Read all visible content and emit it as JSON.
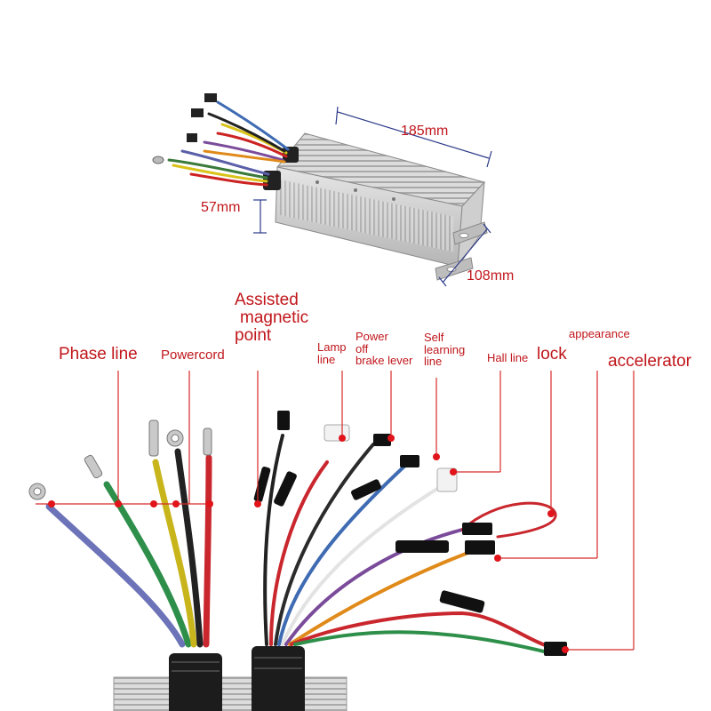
{
  "dimensions": {
    "length": "185mm",
    "height": "57mm",
    "width": "108mm"
  },
  "labels": {
    "phase_line": "Phase line",
    "powercord": "Powercord",
    "assisted_magnetic_point": "Assisted magnetic point",
    "assisted_1": "Assisted",
    "assisted_2": "magnetic",
    "assisted_3": "point",
    "lamp_line_1": "Lamp",
    "lamp_line_2": "line",
    "power_off_1": "Power",
    "power_off_2": "off",
    "power_off_3": "brake lever",
    "self_learning_1": "Self",
    "self_learning_2": "learning",
    "self_learning_3": "line",
    "hall_line": "Hall line",
    "lock": "lock",
    "appearance": "appearance",
    "accelerator": "accelerator"
  },
  "colors": {
    "label_red": "#c0161b",
    "leader_red": "#d82a2a",
    "dot_red": "#e0141a"
  }
}
